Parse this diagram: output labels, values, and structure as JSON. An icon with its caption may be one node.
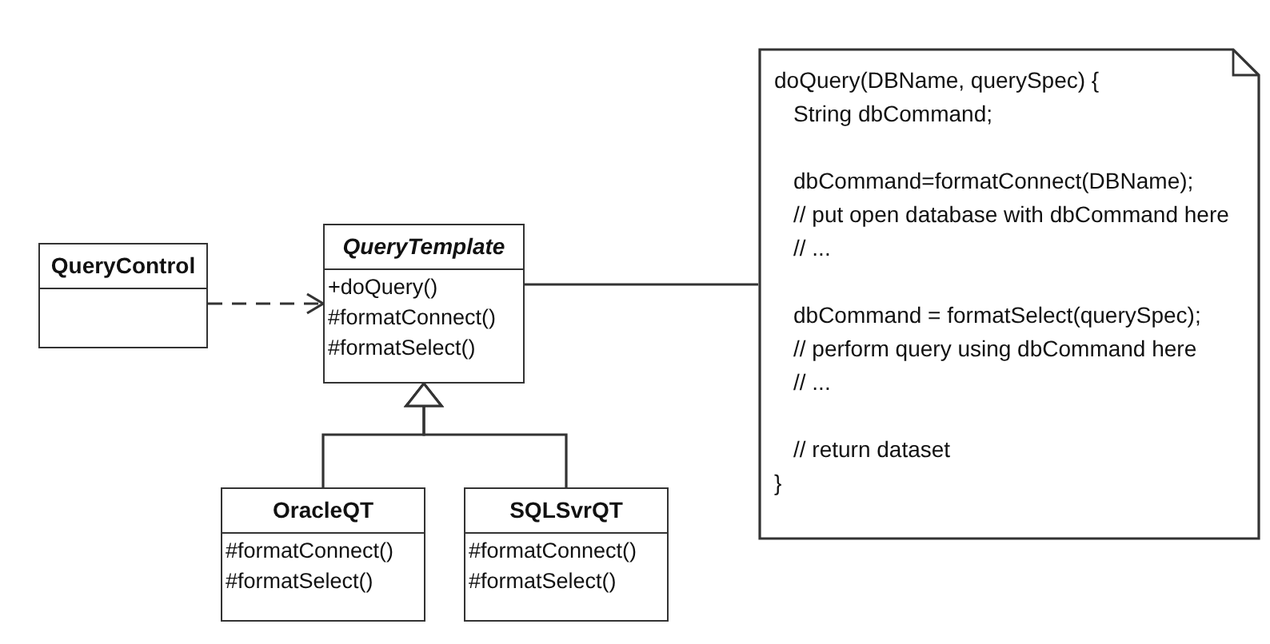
{
  "diagram": {
    "nodes": [
      {
        "text": [
          "QueryControl"
        ]
      },
      {
        "text": [
          "QueryTemplate",
          "+doQuery()",
          "#formatConnect()",
          "#formatSelect()"
        ]
      },
      {
        "text": [
          "OracleQT",
          "#formatConnect()",
          "#formatSelect()"
        ]
      },
      {
        "text": [
          "SQLSvrQT",
          "#formatConnect()",
          "#formatSelect()"
        ]
      },
      {
        "text": [
          "doQuery(DBName, querySpec) {",
          "String dbCommand;",
          "dbCommand=formatConnect(DBName);",
          "// put open database with dbCommand here",
          "// ...",
          "dbCommand = formatSelect(querySpec);",
          "// perform query using dbCommand here",
          "// ...",
          "// return dataset",
          "}"
        ]
      }
    ],
    "edges": [
      {
        "from": 0,
        "to": 1,
        "arrow": "to",
        "style": "dashed"
      },
      {
        "from": 1,
        "to": 4,
        "arrow": "none"
      },
      {
        "from": 2,
        "to": 1,
        "arrow": "to"
      },
      {
        "from": 3,
        "to": 1,
        "arrow": "to"
      }
    ]
  }
}
